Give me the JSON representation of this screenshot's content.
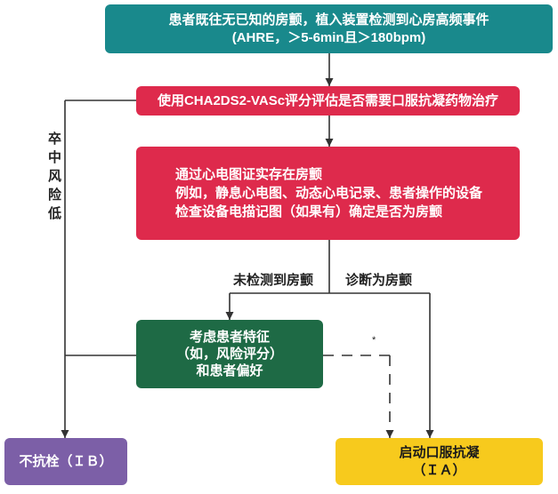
{
  "diagram": {
    "top_box": {
      "line1": "患者既往无已知的房颤，植入装置检测到心房高频事件",
      "line2": "(AHRE，＞5-6min且＞180bpm)"
    },
    "assess_box": {
      "text": "使用CHA2DS2-VASc评分评估是否需要口服抗凝药物治疗"
    },
    "ecg_box": {
      "lines": [
        "通过心电图证实存在房颤",
        "例如，静息心电图、动态心电记录、患者操作的设备",
        "检查设备电描记图（如果有）确定是否为房颤"
      ]
    },
    "low_risk_label": "卒中风险低",
    "no_af_label": "未检测到房颤",
    "af_label": "诊断为房颤",
    "consider_box": {
      "lines": [
        "考虑患者特征",
        "（如，风险评分）",
        "和患者偏好"
      ]
    },
    "dashed_path_note": "*",
    "no_antithrombotic_box": {
      "text": "不抗栓（ＩＢ）"
    },
    "start_oac_box": {
      "lines": [
        "启动口服抗凝",
        "（ＩＡ）"
      ]
    }
  },
  "colors": {
    "top_box": "#19898c",
    "assess_box": "#de2a4c",
    "ecg_box": "#de2a4c",
    "consider_box": "#1e6a45",
    "no_antithrombotic_box": "#7c5fa7",
    "start_oac_box": "#f7ca1d"
  }
}
